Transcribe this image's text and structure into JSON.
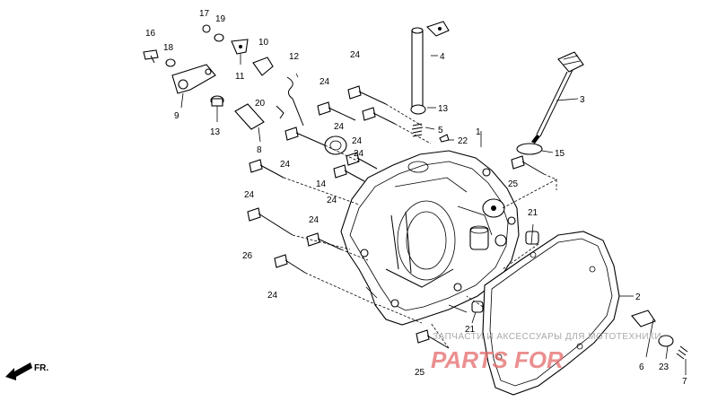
{
  "diagram": {
    "callouts": [
      "1",
      "2",
      "3",
      "4",
      "5",
      "6",
      "7",
      "8",
      "9",
      "10",
      "11",
      "12",
      "13",
      "13",
      "14",
      "15",
      "16",
      "17",
      "18",
      "19",
      "20",
      "21",
      "21",
      "22",
      "23",
      "24",
      "24",
      "24",
      "24",
      "24",
      "24",
      "24",
      "24",
      "24",
      "24",
      "25",
      "25",
      "26"
    ],
    "direction_label": "FR.",
    "watermark": {
      "text": "ЗАПЧАСТИ И АКСЕССУАРЫ ДЛЯ МОТОТЕХНИКИ",
      "logo": "PARTS FOR"
    }
  }
}
